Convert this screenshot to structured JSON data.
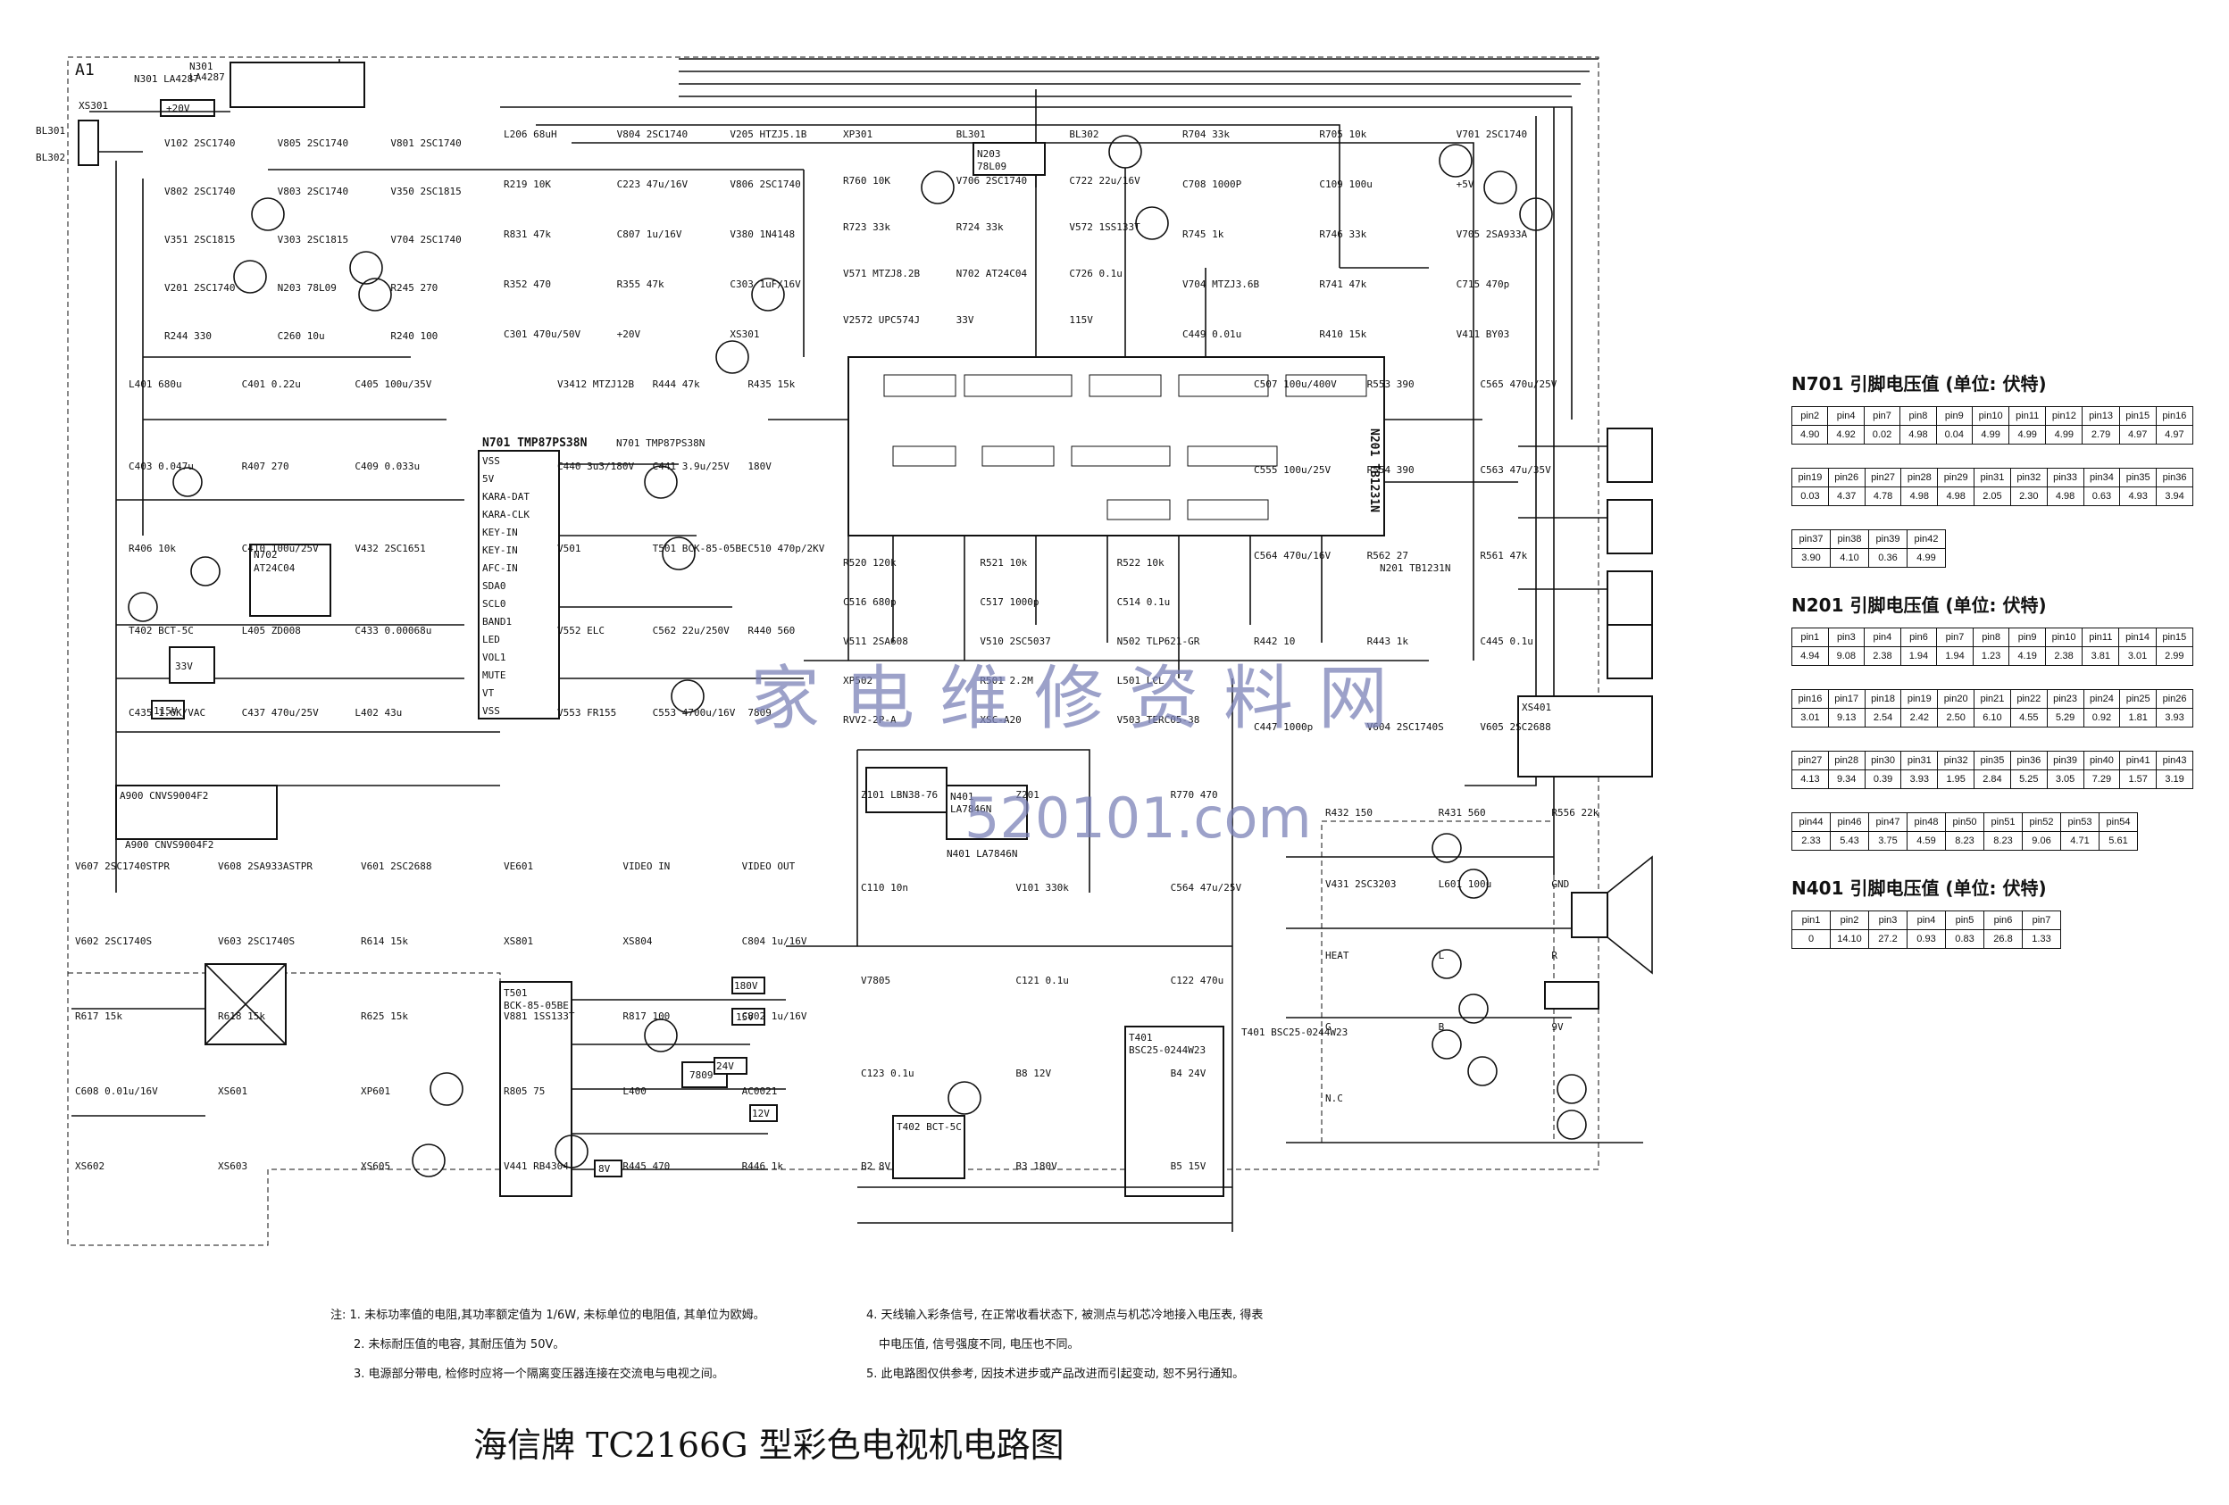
{
  "frame_label": "A1",
  "watermark": {
    "cn": "家电维修资料网",
    "url": "520101.com"
  },
  "chips": [
    {
      "ref": "N301",
      "part": "LA4287"
    },
    {
      "ref": "N701",
      "part": "TMP87PS38N"
    },
    {
      "ref": "N201",
      "part": "TB1231N"
    },
    {
      "ref": "N401",
      "part": "LA7846N"
    },
    {
      "ref": "T401",
      "part": "BSC25-0244W23"
    },
    {
      "ref": "A900",
      "part": "CNVS9004F2"
    }
  ],
  "component_labels": [
    "V102 2SC1740",
    "V805 2SC1740",
    "V801 2SC1740",
    "V802 2SC1740",
    "V803 2SC1740",
    "V350 2SC1815",
    "V351 2SC1815",
    "V303 2SC1815",
    "V704 2SC1740",
    "V201 2SC1740",
    "N203 78L09",
    "R245 270",
    "R244 330",
    "C260 10u",
    "R240 100",
    "L206 68uH",
    "V804 2SC1740",
    "V205 HTZJ5.1B",
    "R219 10K",
    "C223 47u/16V",
    "V806 2SC1740",
    "R831 47k",
    "C807 1u/16V",
    "V380 1N4148",
    "R352 470",
    "R355 47k",
    "C303 1uF/16V",
    "C301 470u/50V",
    "+20V",
    "XS301",
    "XP301",
    "BL301",
    "BL302",
    "R760 10K",
    "V706 2SC1740",
    "C722 22u/16V",
    "R723 33k",
    "R724 33k",
    "V572 1SS133T",
    "V571 MTZJ8.2B",
    "N702 AT24C04",
    "C726 0.1u",
    "V2572 UPC574J",
    "33V",
    "115V",
    "R704 33k",
    "R705 10k",
    "V701 2SC1740",
    "C708 1000P",
    "C109 100u",
    "+5V",
    "R745 1k",
    "R746 33k",
    "V705 2SA933A",
    "V704 MTZJ3.6B",
    "R741 47k",
    "C715 470p",
    "C449 0.01u",
    "R410 15k",
    "V411 BY03",
    "L401 680u",
    "C401 0.22u",
    "C405 100u/35V",
    "C403 0.047u",
    "R407 270",
    "C409 0.033u",
    "R406 10k",
    "C410 100u/25V",
    "V432 2SC1651",
    "T402 BCT-5C",
    "L405 ZD008",
    "C433 0.00068u",
    "C435 1.6K/VAC",
    "C437 470u/25V",
    "L402 43u",
    "V3412 MTZJ12B",
    "R444 47k",
    "R435 15k",
    "C440 3u3/180V",
    "C441 3.9u/25V",
    "180V",
    "V501",
    "T501 BCK-85-05BE",
    "C510 470p/2KV",
    "V552 ELC",
    "C562 22u/250V",
    "R440 560",
    "V553 FR155",
    "C553 4700u/16V",
    "7809",
    "R520 120k",
    "R521 10k",
    "R522 10k",
    "C516 680p",
    "C517 1000p",
    "C514 0.1u",
    "V511 2SA608",
    "V510 2SC5037",
    "N502 TLP621-GR",
    "XP502",
    "R501 2.2M",
    "L501 LCL",
    "RVV2-2P-A",
    "XSC-A20",
    "V503 TERC05-38",
    "C507 100u/400V",
    "R553 390",
    "C565 470u/25V",
    "C555 100u/25V",
    "R554 390",
    "C563 47u/35V",
    "C564 470u/16V",
    "R562 27",
    "R561 47k",
    "R442 10",
    "R443 1k",
    "C445 0.1u",
    "C447 1000p",
    "V604 2SC1740S",
    "V605 2SC2688",
    "V607 2SC1740STPR",
    "V608 2SA933ASTPR",
    "V601 2SC2688",
    "V602 2SC1740S",
    "V603 2SC1740S",
    "R614 15k",
    "R617 15k",
    "R618 15k",
    "R625 15k",
    "C608 0.01u/16V",
    "XS601",
    "XP601",
    "XS602",
    "XS603",
    "XS605",
    "VE601",
    "VIDEO IN",
    "VIDEO OUT",
    "XS801",
    "XS804",
    "C804 1u/16V",
    "V881 1SS133T",
    "R817 100",
    "C802 1u/16V",
    "R805 75",
    "L400",
    "AC0021",
    "V441 RB4304",
    "R445 470",
    "R446 1k",
    "Z101 LBN38-76",
    "Z201",
    "R770 470",
    "C110 10n",
    "V101 330k",
    "C564 47u/25V",
    "V7805",
    "C121 0.1u",
    "C122 470u",
    "C123 0.1u",
    "B8 12V",
    "B4 24V",
    "B2 8V",
    "B3 180V",
    "B5 15V",
    "R432 150",
    "R431 560",
    "R556 22k",
    "V431 2SC3203",
    "L601 100u",
    "GND",
    "HEAT",
    "L",
    "R",
    "G",
    "B",
    "9V",
    "N.C"
  ],
  "tables": [
    {
      "title": "N701 引脚电压值 (单位: 伏特)",
      "rows": [
        {
          "pins": [
            "pin2",
            "pin4",
            "pin7",
            "pin8",
            "pin9",
            "pin10",
            "pin11",
            "pin12",
            "pin13",
            "pin15",
            "pin16"
          ],
          "values": [
            "4.90",
            "4.92",
            "0.02",
            "4.98",
            "0.04",
            "4.99",
            "4.99",
            "4.99",
            "2.79",
            "4.97",
            "4.97"
          ]
        },
        {
          "pins": [
            "pin19",
            "pin26",
            "pin27",
            "pin28",
            "pin29",
            "pin31",
            "pin32",
            "pin33",
            "pin34",
            "pin35",
            "pin36"
          ],
          "values": [
            "0.03",
            "4.37",
            "4.78",
            "4.98",
            "4.98",
            "2.05",
            "2.30",
            "4.98",
            "0.63",
            "4.93",
            "3.94"
          ]
        },
        {
          "pins": [
            "pin37",
            "pin38",
            "pin39",
            "pin42"
          ],
          "values": [
            "3.90",
            "4.10",
            "0.36",
            "4.99"
          ]
        }
      ]
    },
    {
      "title": "N201 引脚电压值 (单位: 伏特)",
      "rows": [
        {
          "pins": [
            "pin1",
            "pin3",
            "pin4",
            "pin6",
            "pin7",
            "pin8",
            "pin9",
            "pin10",
            "pin11",
            "pin14",
            "pin15"
          ],
          "values": [
            "4.94",
            "9.08",
            "2.38",
            "1.94",
            "1.94",
            "1.23",
            "4.19",
            "2.38",
            "3.81",
            "3.01",
            "2.99"
          ]
        },
        {
          "pins": [
            "pin16",
            "pin17",
            "pin18",
            "pin19",
            "pin20",
            "pin21",
            "pin22",
            "pin23",
            "pin24",
            "pin25",
            "pin26"
          ],
          "values": [
            "3.01",
            "9.13",
            "2.54",
            "2.42",
            "2.50",
            "6.10",
            "4.55",
            "5.29",
            "0.92",
            "1.81",
            "3.93"
          ]
        },
        {
          "pins": [
            "pin27",
            "pin28",
            "pin30",
            "pin31",
            "pin32",
            "pin35",
            "pin36",
            "pin39",
            "pin40",
            "pin41",
            "pin43"
          ],
          "values": [
            "4.13",
            "9.34",
            "0.39",
            "3.93",
            "1.95",
            "2.84",
            "5.25",
            "3.05",
            "7.29",
            "1.57",
            "3.19"
          ]
        },
        {
          "pins": [
            "pin44",
            "pin46",
            "pin47",
            "pin48",
            "pin50",
            "pin51",
            "pin52",
            "pin53",
            "pin54"
          ],
          "values": [
            "2.33",
            "5.43",
            "3.75",
            "4.59",
            "8.23",
            "8.23",
            "9.06",
            "4.71",
            "5.61"
          ]
        }
      ]
    },
    {
      "title": "N401 引脚电压值 (单位: 伏特)",
      "rows": [
        {
          "pins": [
            "pin1",
            "pin2",
            "pin3",
            "pin4",
            "pin5",
            "pin6",
            "pin7"
          ],
          "values": [
            "0",
            "14.10",
            "27.2",
            "0.93",
            "0.83",
            "26.8",
            "1.33"
          ]
        }
      ]
    }
  ],
  "notes": {
    "prefix": "注:",
    "left": [
      "1. 未标功率值的电阻,其功率额定值为 1/6W, 未标单位的电阻值, 其单位为欧姆。",
      "2. 未标耐压值的电容, 其耐压值为 50V。",
      "3. 电源部分带电, 检修时应将一个隔离变压器连接在交流电与电视之间。"
    ],
    "right": [
      "4. 天线输入彩条信号, 在正常收看状态下, 被测点与机芯冷地接入电压表, 得表",
      "中电压值, 信号强度不同, 电压也不同。",
      "5. 此电路图仅供参考, 因技术进步或产品改进而引起变动, 恕不另行通知。"
    ]
  },
  "title": "海信牌 TC2166G 型彩色电视机电路图"
}
